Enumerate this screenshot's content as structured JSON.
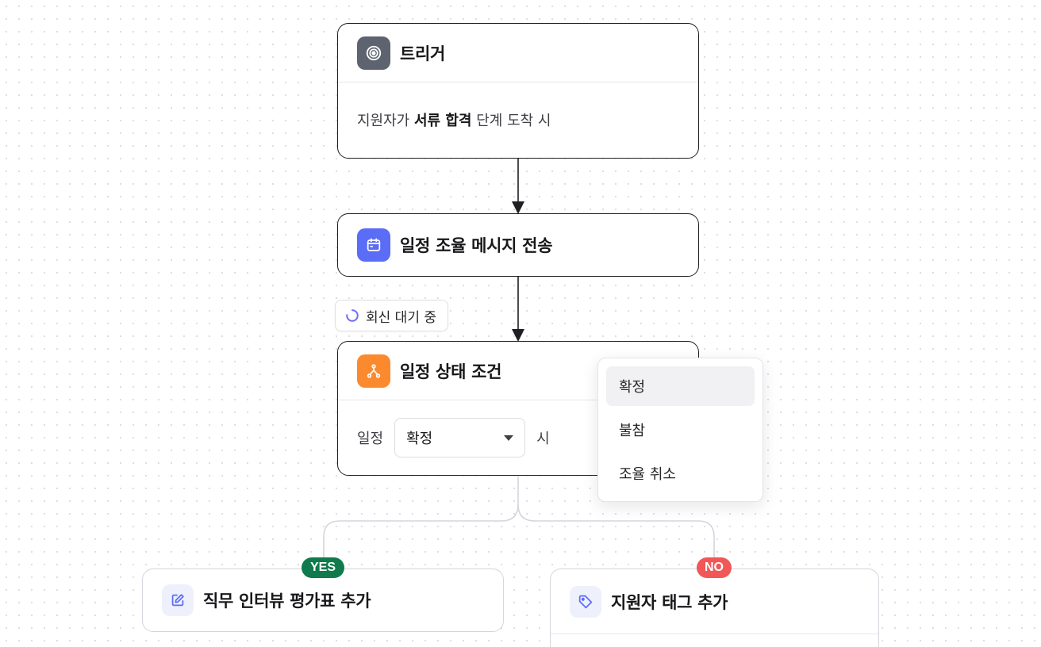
{
  "trigger": {
    "title": "트리거",
    "desc_prefix": "지원자가",
    "desc_bold": "서류 합격",
    "desc_suffix": "단계 도착 시"
  },
  "send_message": {
    "title": "일정 조율 메시지 전송"
  },
  "status_chip": {
    "label": "회신 대기 중"
  },
  "condition": {
    "title": "일정 상태 조건",
    "field_label": "일정",
    "selected": "확정",
    "suffix": "시"
  },
  "dropdown": {
    "options": [
      "확정",
      "불참",
      "조율 취소"
    ],
    "active_index": 0
  },
  "branches": {
    "yes": {
      "badge": "YES",
      "title": "직무 인터뷰 평가표 추가"
    },
    "no": {
      "badge": "NO",
      "title": "지원자 태그 추가"
    }
  },
  "colors": {
    "trigger_icon_bg": "#5d6470",
    "calendar_icon_bg": "#5b6cf6",
    "condition_icon_bg": "#fb8a2e",
    "yes_badge": "#0f7a4c",
    "no_badge": "#f25757",
    "spinner": "#6d6cf6",
    "branch_icon_bg": "#eef0fc",
    "branch_icon_fg": "#5b6cf6"
  },
  "icons": {
    "trigger": "target-icon",
    "send_message": "calendar-icon",
    "condition": "branch-icon",
    "status": "spinner-icon",
    "yes_branch": "edit-icon",
    "no_branch": "tag-icon"
  }
}
